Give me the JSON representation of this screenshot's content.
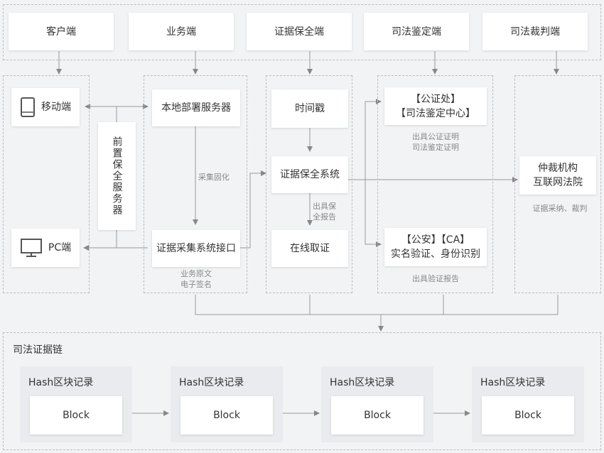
{
  "top_row": [
    "客户端",
    "业务端",
    "证据保全端",
    "司法鉴定端",
    "司法裁判端"
  ],
  "client": {
    "mobile": "移动端",
    "pc": "PC端",
    "front_server": "前置保全服务器"
  },
  "business": {
    "local_server": "本地部署服务器",
    "collect_label": "采集固化",
    "interface": "证据采集系统接口",
    "note_line1": "业务原文",
    "note_line2": "电子签名"
  },
  "preservation": {
    "timestamp": "时间戳",
    "system": "证据保全系统",
    "report_line1": "出具保",
    "report_line2": "全报告",
    "online": "在线取证"
  },
  "forensic": {
    "top_line1": "【公证处】",
    "top_line2": "【司法鉴定中心】",
    "top_note1": "出具公证证明",
    "top_note2": "司法鉴定证明",
    "bottom_line1": "【公安】【CA】",
    "bottom_line2": "实名验证、身份识别",
    "bottom_note": "出具验证报告"
  },
  "judgment": {
    "line1": "仲裁机构",
    "line2": "互联网法院",
    "note": "证据采纳、裁判"
  },
  "chain": {
    "title": "司法证据链",
    "blocks": [
      {
        "label": "Hash区块记录",
        "block": "Block"
      },
      {
        "label": "Hash区块记录",
        "block": "Block"
      },
      {
        "label": "Hash区块记录",
        "block": "Block"
      },
      {
        "label": "Hash区块记录",
        "block": "Block"
      }
    ]
  }
}
